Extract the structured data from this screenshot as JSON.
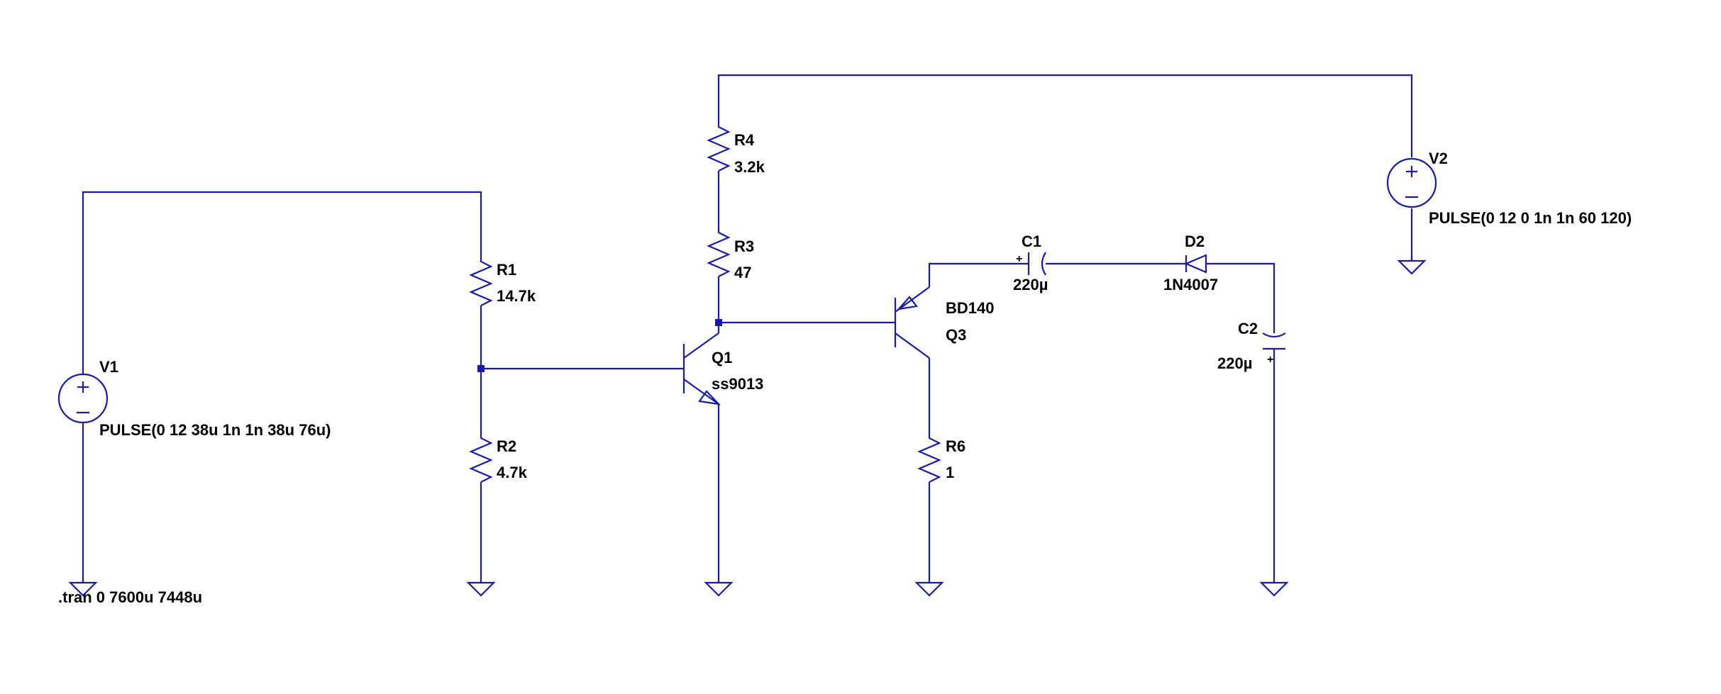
{
  "colors": {
    "wire": "#1a1aa8",
    "text": "#000000",
    "background": "#ffffff"
  },
  "components": {
    "v1": {
      "ref": "V1",
      "value": "PULSE(0 12 38u 1n 1n 38u 76u)"
    },
    "v2": {
      "ref": "V2",
      "value": "PULSE(0 12 0 1n 1n 60 120)"
    },
    "r1": {
      "ref": "R1",
      "value": "14.7k"
    },
    "r2": {
      "ref": "R2",
      "value": "4.7k"
    },
    "r3": {
      "ref": "R3",
      "value": "47"
    },
    "r4": {
      "ref": "R4",
      "value": "3.2k"
    },
    "r6": {
      "ref": "R6",
      "value": "1"
    },
    "q1": {
      "ref": "Q1",
      "value": "ss9013"
    },
    "q3": {
      "ref": "Q3",
      "value": "BD140"
    },
    "c1": {
      "ref": "C1",
      "value": "220µ"
    },
    "c2": {
      "ref": "C2",
      "value": "220µ"
    },
    "d2": {
      "ref": "D2",
      "value": "1N4007"
    }
  },
  "directive": ".tran 0 7600u 7448u"
}
